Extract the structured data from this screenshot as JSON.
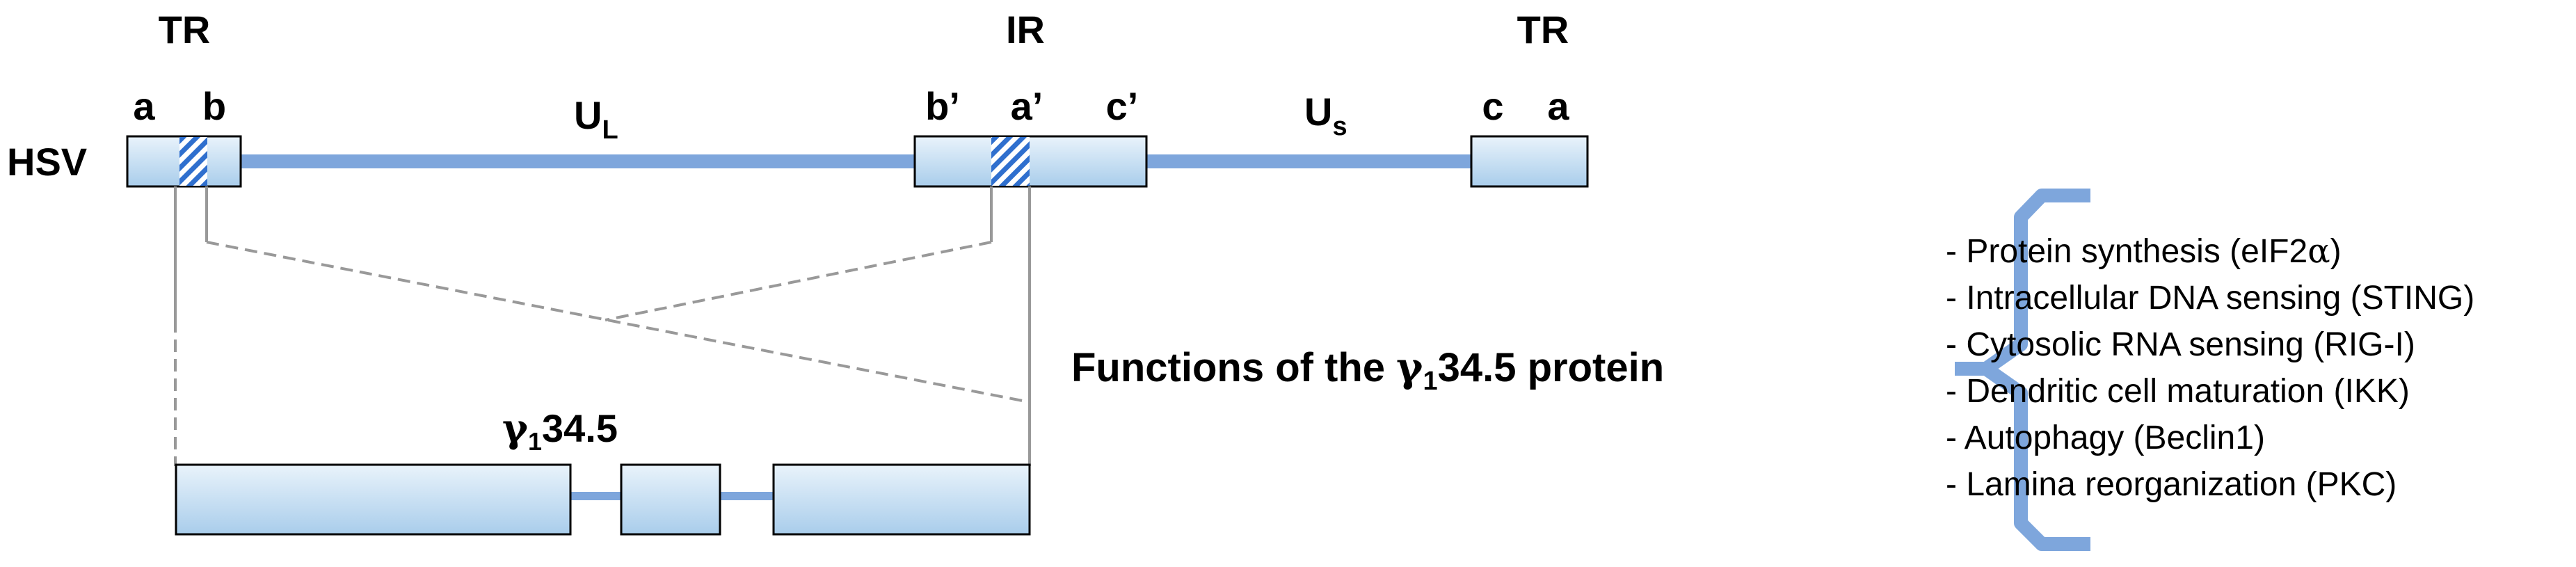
{
  "genome": {
    "name": "HSV",
    "region_labels": {
      "tr_left": "TR",
      "ir": "IR",
      "tr_right": "TR"
    },
    "segment_labels": {
      "a_left": "a",
      "b_left": "b",
      "b_prime": "b’",
      "a_prime": "a’",
      "c_prime": "c’",
      "c_right": "c",
      "a_right": "a"
    },
    "ul": {
      "main": "U",
      "sub": "L"
    },
    "us": {
      "main": "U",
      "sub": "s"
    }
  },
  "gene": {
    "label_main": "34.5",
    "label_sub": "1",
    "label_greek": "γ"
  },
  "functions": {
    "title_prefix": "Functions of the ",
    "title_greek": "γ",
    "title_sub": "1",
    "title_suffix": "34.5 protein",
    "items": [
      {
        "text": "- Protein synthesis (eIF2",
        "greek": "α",
        "tail": ")"
      },
      {
        "text": "- Intracellular  DNA sensing (STING)"
      },
      {
        "text": "- Cytosolic RNA sensing (RIG-I)"
      },
      {
        "text": "- Dendritic cell maturation (IKK)"
      },
      {
        "text": "- Autophagy  (Beclin1)"
      },
      {
        "text": "- Lamina reorganization (PKC)"
      }
    ]
  },
  "colors": {
    "line": "#7ea6dc",
    "box_top": "#e9f3fb",
    "box_bottom": "#a9cdeb",
    "hatch": "#2f6fce",
    "connector": "#999999",
    "bracket": "#7ea6dc"
  }
}
